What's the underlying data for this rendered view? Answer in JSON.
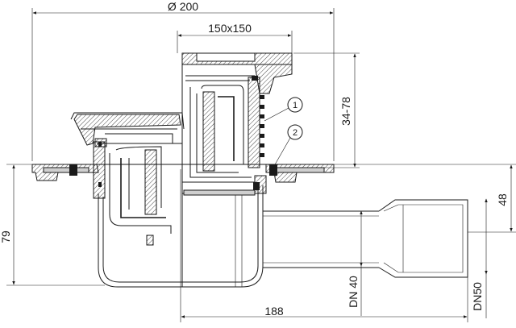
{
  "dimensions": {
    "top_diameter": "Ø 200",
    "grate_size": "150x150",
    "height_range": "34-78",
    "overall_height": "79",
    "outlet_height": "48",
    "length": "188",
    "dn_inner": "DN 40",
    "dn_outer": "DN50"
  },
  "callouts": {
    "one": "1",
    "two": "2"
  }
}
